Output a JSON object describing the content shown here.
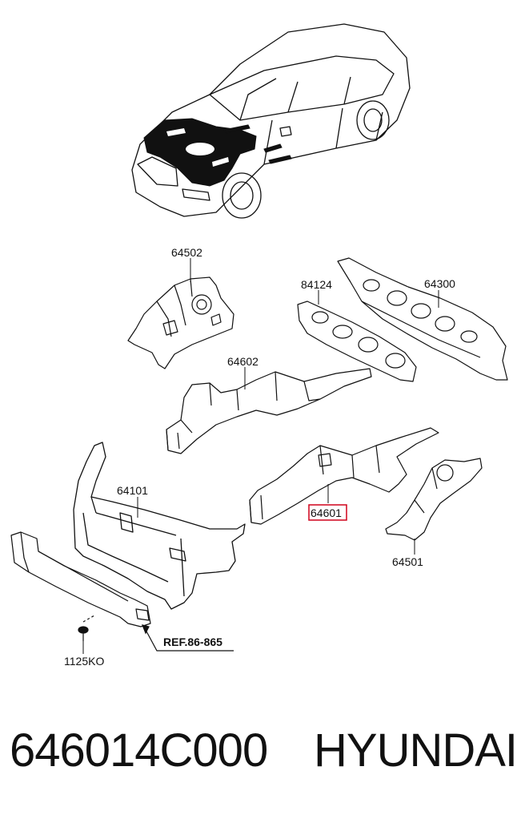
{
  "diagram": {
    "labels": {
      "p64502": "64502",
      "p84124": "84124",
      "p64300": "64300",
      "p64602": "64602",
      "p64101": "64101",
      "p64601": "64601",
      "p64501": "64501",
      "p1125ko": "1125KO",
      "ref": "REF.86-865"
    },
    "highlight_color": "#d0021b"
  },
  "footer": {
    "part_number": "646014C000",
    "brand": "HYUNDAI"
  }
}
